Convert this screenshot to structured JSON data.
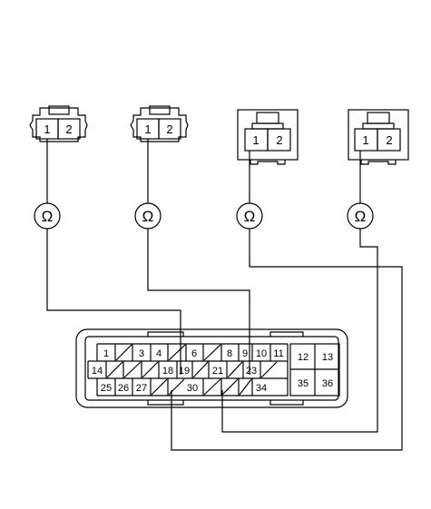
{
  "connectors": [
    {
      "id": "c1",
      "pins": [
        "1",
        "2"
      ]
    },
    {
      "id": "c2",
      "pins": [
        "1",
        "2"
      ]
    },
    {
      "id": "c3",
      "pins": [
        "1",
        "2"
      ]
    },
    {
      "id": "c4",
      "pins": [
        "1",
        "2"
      ]
    }
  ],
  "ohmmeter_symbol": "Ω",
  "ecm_pins": {
    "row1": [
      "1",
      "3",
      "4",
      "6",
      "8",
      "9",
      "10",
      "11"
    ],
    "row2": [
      "14",
      "18",
      "19",
      "21",
      "23"
    ],
    "row3": [
      "25",
      "26",
      "27",
      "30",
      "34"
    ],
    "right_block": [
      "12",
      "13",
      "35",
      "36"
    ]
  }
}
